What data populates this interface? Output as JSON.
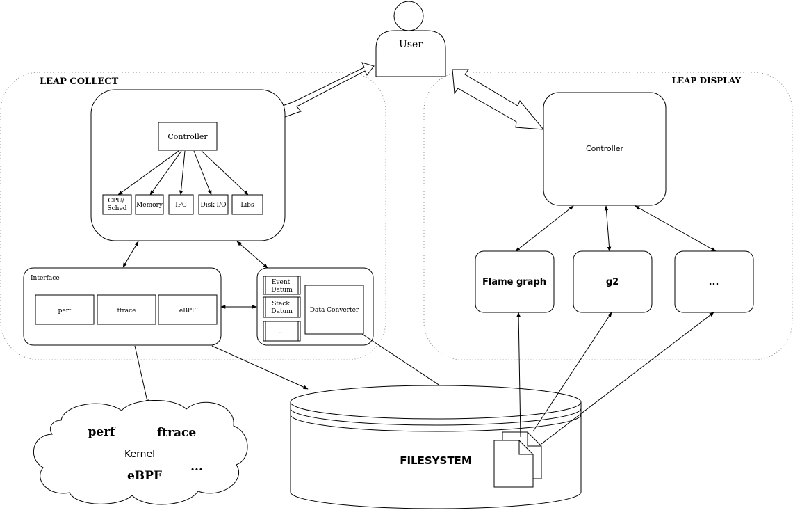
{
  "user": {
    "label": "User"
  },
  "collect": {
    "title": "LEAP COLLECT",
    "controller": "Controller",
    "modules": [
      "CPU/\nSched",
      "Memory",
      "IPC",
      "Disk I/O",
      "Libs"
    ],
    "interface": {
      "label": "Interface",
      "items": [
        "perf",
        "ftrace",
        "eBPF"
      ]
    },
    "datum_items": [
      "Event\nDatum",
      "Stack\nDatum",
      "..."
    ],
    "data_converter": "Data Converter"
  },
  "display": {
    "title": "LEAP DISPLAY",
    "controller": "Controller",
    "views": [
      "Flame graph",
      "g2",
      "..."
    ]
  },
  "kernel": {
    "label": "Kernel",
    "items": [
      "perf",
      "ftrace",
      "eBPF",
      "..."
    ]
  },
  "filesystem": {
    "label": "FILESYSTEM"
  }
}
